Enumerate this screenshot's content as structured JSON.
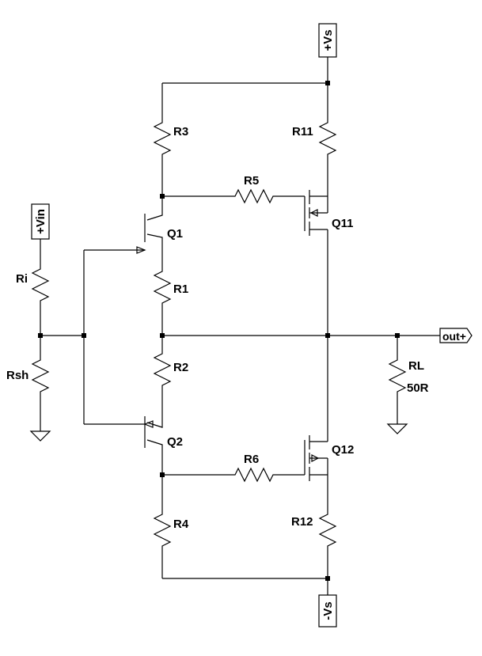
{
  "ports": {
    "vs_pos": "+Vs",
    "vs_neg": "-Vs",
    "vin": "+Vin",
    "out": "out+"
  },
  "components": {
    "R3": "R3",
    "R11": "R11",
    "R5": "R5",
    "Q11": "Q11",
    "Q1": "Q1",
    "Ri": "Ri",
    "R1": "R1",
    "Rsh": "Rsh",
    "R2": "R2",
    "RL": "RL",
    "RL_value": "50R",
    "Q2": "Q2",
    "Q12": "Q12",
    "R6": "R6",
    "R4": "R4",
    "R12": "R12"
  }
}
